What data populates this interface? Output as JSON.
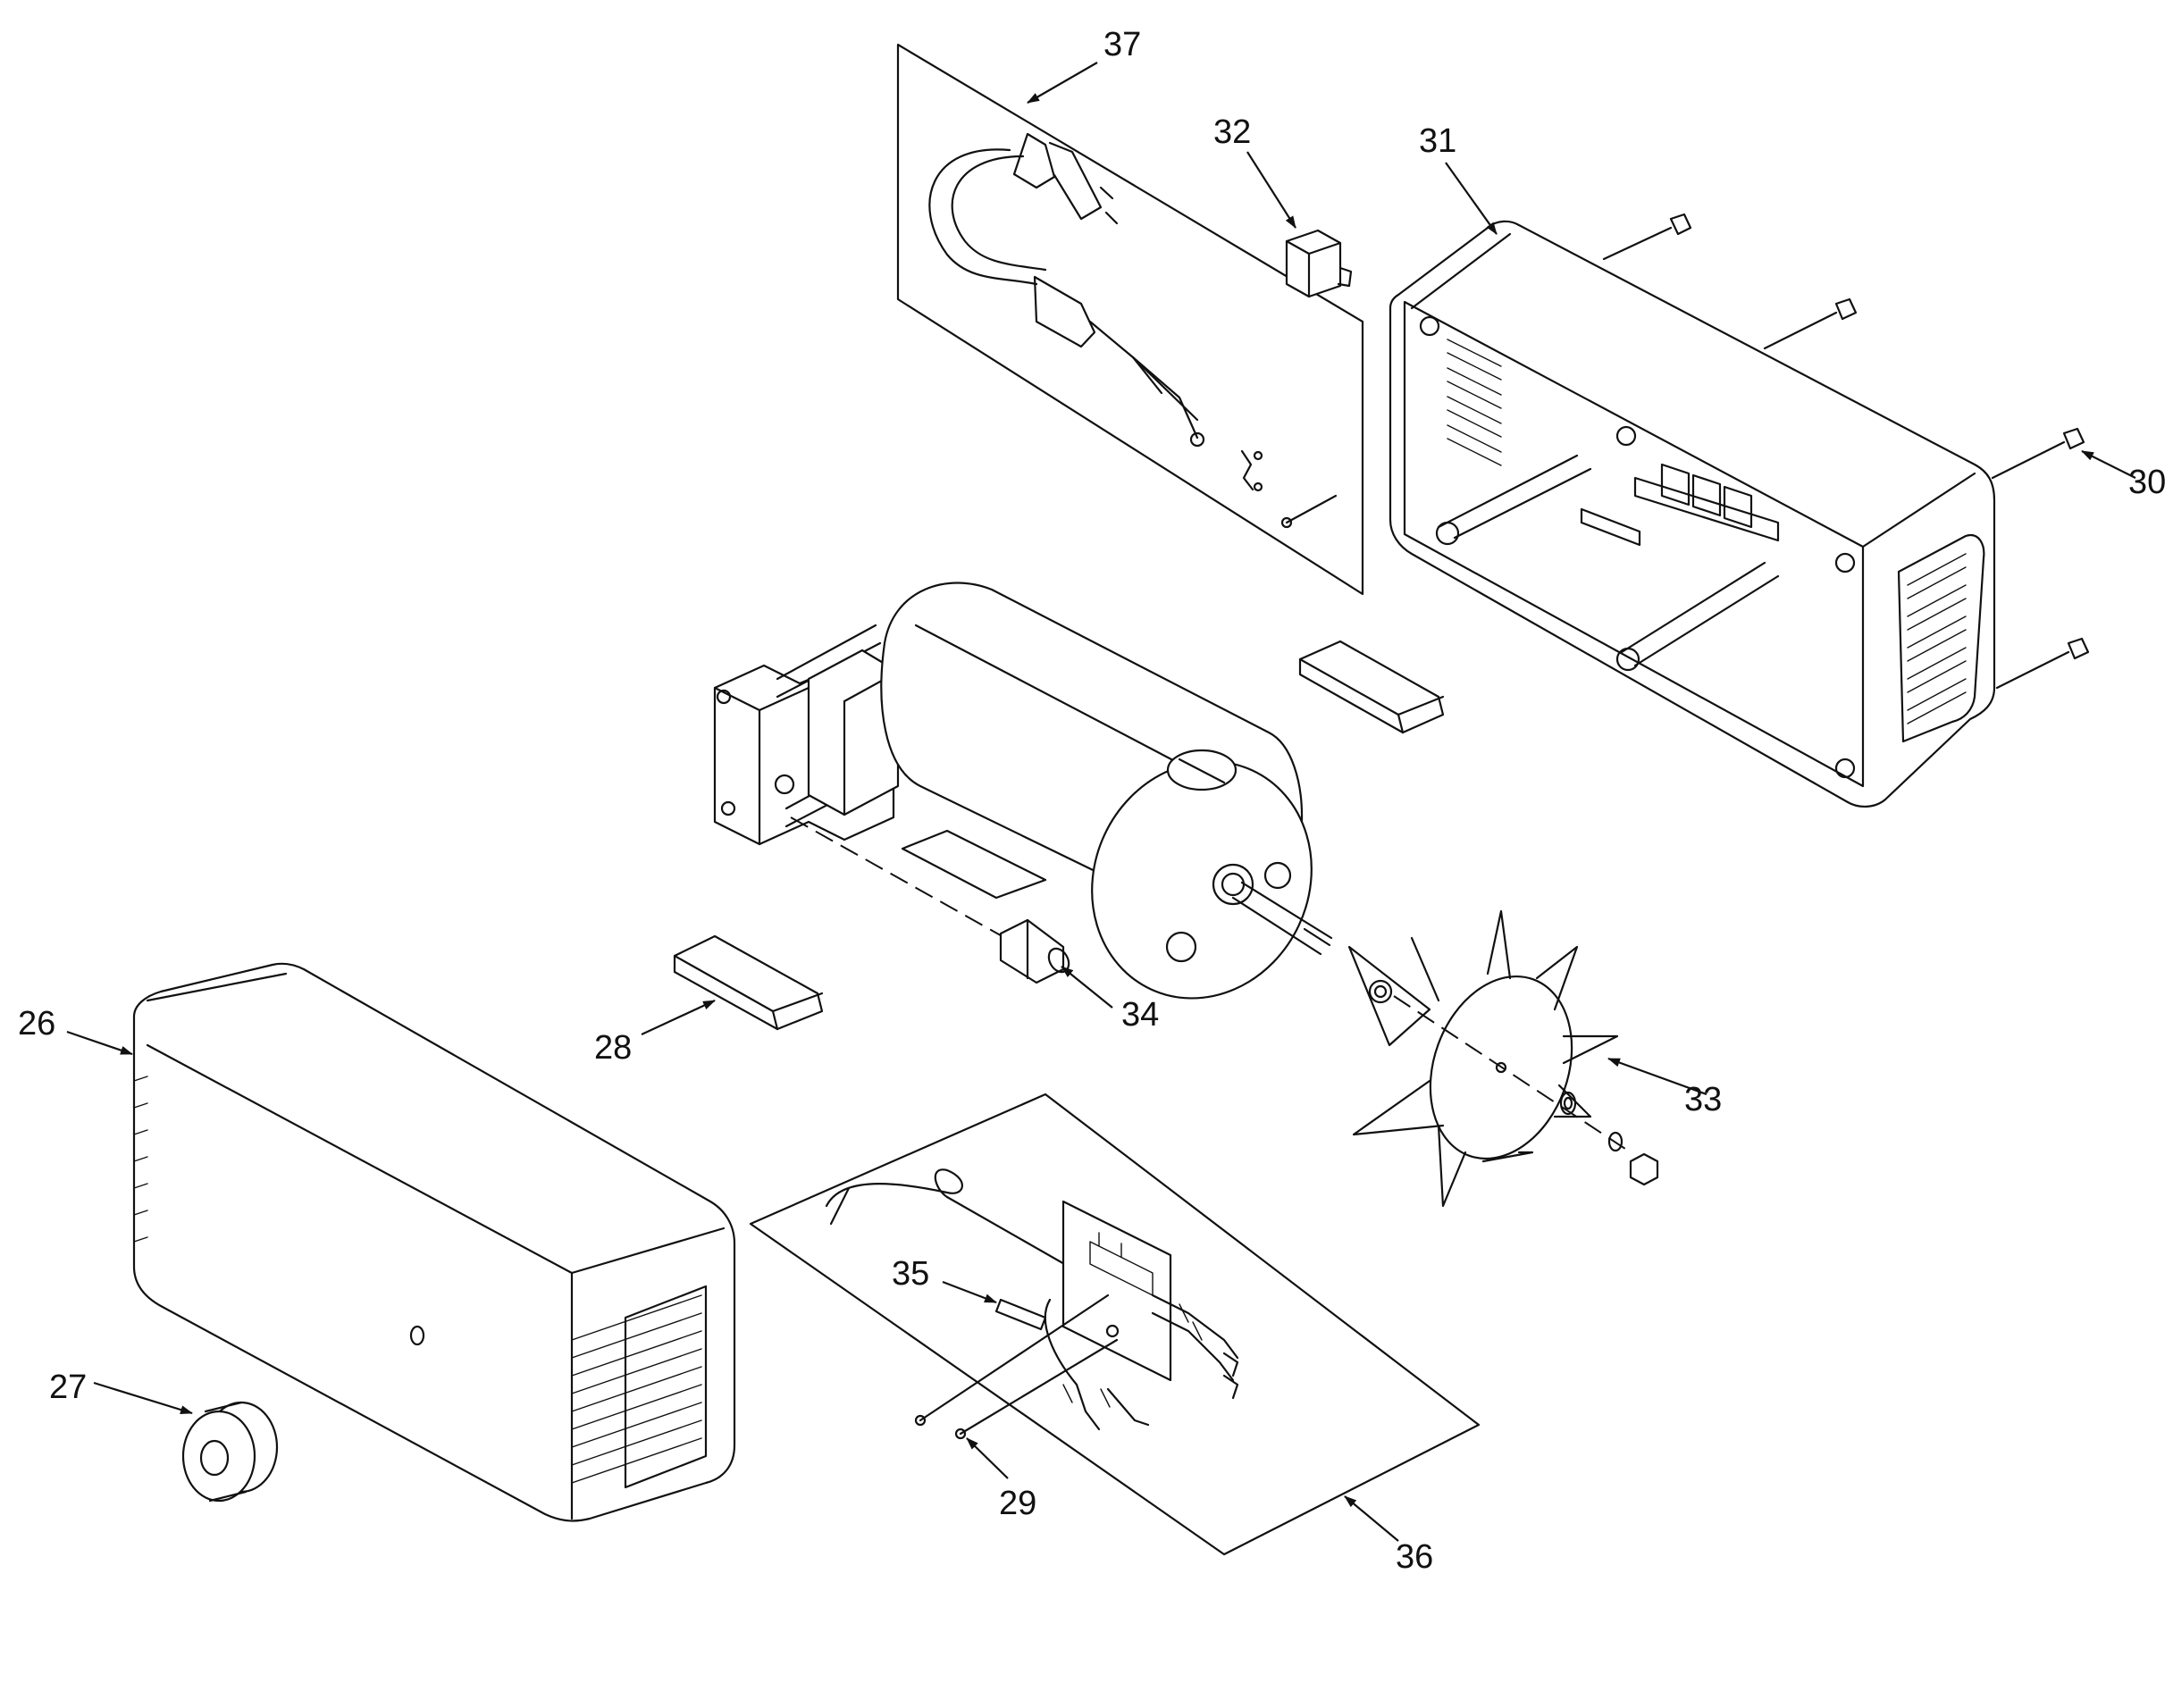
{
  "diagram": {
    "type": "exploded-parts-diagram",
    "callouts": [
      {
        "id": "c26",
        "text": "26"
      },
      {
        "id": "c27",
        "text": "27"
      },
      {
        "id": "c28",
        "text": "28"
      },
      {
        "id": "c29",
        "text": "29"
      },
      {
        "id": "c30",
        "text": "30"
      },
      {
        "id": "c31",
        "text": "31"
      },
      {
        "id": "c32",
        "text": "32"
      },
      {
        "id": "c33",
        "text": "33"
      },
      {
        "id": "c34",
        "text": "34"
      },
      {
        "id": "c35",
        "text": "35"
      },
      {
        "id": "c36",
        "text": "36"
      },
      {
        "id": "c37",
        "text": "37"
      }
    ]
  }
}
